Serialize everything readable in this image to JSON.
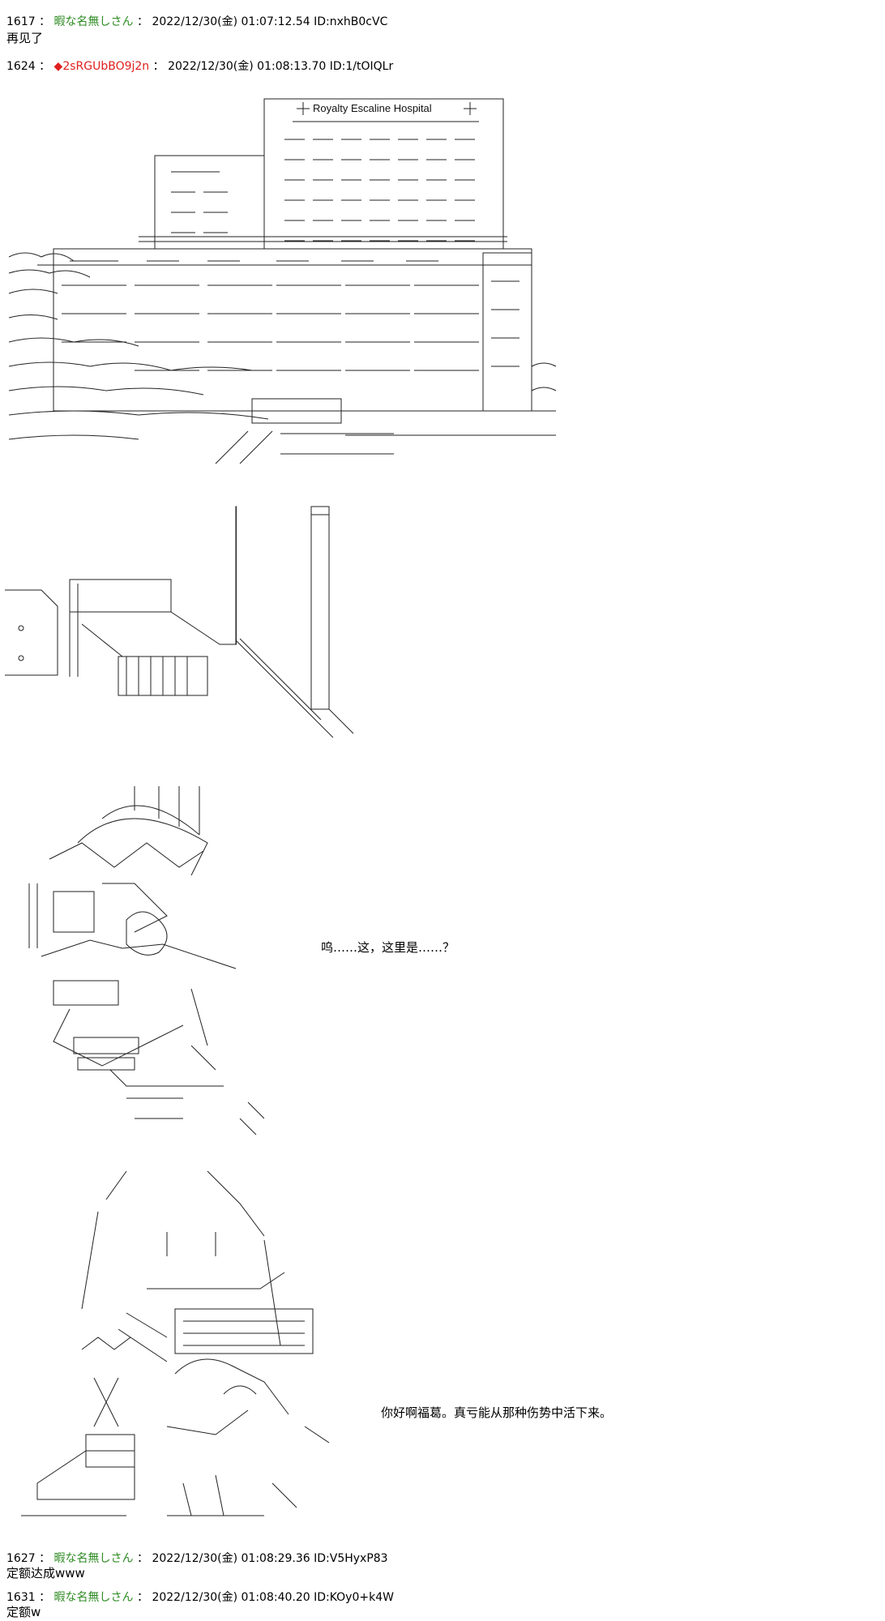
{
  "posts": [
    {
      "number": "1617",
      "separator": "：",
      "name": "暇な名無しさん",
      "sep2": "：",
      "datetime": "2022/12/30(金) 01:07:12.54",
      "id": "ID:nxhB0cVC",
      "body": "再见了"
    },
    {
      "number": "1624",
      "separator": "：",
      "trip": "◆2sRGUbBO9j2n",
      "sep2": "：",
      "datetime": "2022/12/30(金) 01:08:13.70",
      "id": "ID:1/tOIQLr"
    },
    {
      "number": "1627",
      "separator": "：",
      "name": "暇な名無しさん",
      "sep2": "：",
      "datetime": "2022/12/30(金) 01:08:29.36",
      "id": "ID:V5HyxP83",
      "body": "定额达成www"
    },
    {
      "number": "1631",
      "separator": "：",
      "name": "暇な名無しさん",
      "sep2": "：",
      "datetime": "2022/12/30(金) 01:08:40.20",
      "id": "ID:KOy0+k4W",
      "body": "定额w"
    }
  ],
  "art": {
    "hospital_sign": "Royalty Escaline Hospital",
    "dialog_1": "呜……这，这里是……？",
    "dialog_2": "你好啊福葛。真亏能从那种伤势中活下来。"
  }
}
